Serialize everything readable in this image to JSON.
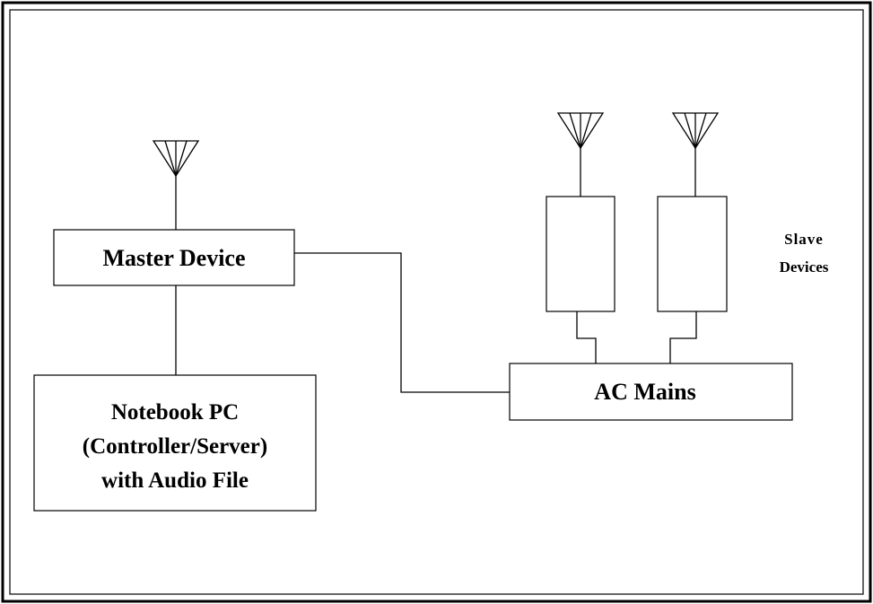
{
  "diagram": {
    "master_device": "Master Device",
    "notebook_line1": "Notebook PC",
    "notebook_line2": "(Controller/Server)",
    "notebook_line3": "with Audio File",
    "ac_mains": "AC Mains",
    "slave_line1": "Slave",
    "slave_line2": "Devices"
  },
  "colors": {
    "line": "#000000",
    "background": "#ffffff"
  },
  "icons": [
    "antenna-icon",
    "antenna-icon",
    "antenna-icon"
  ]
}
